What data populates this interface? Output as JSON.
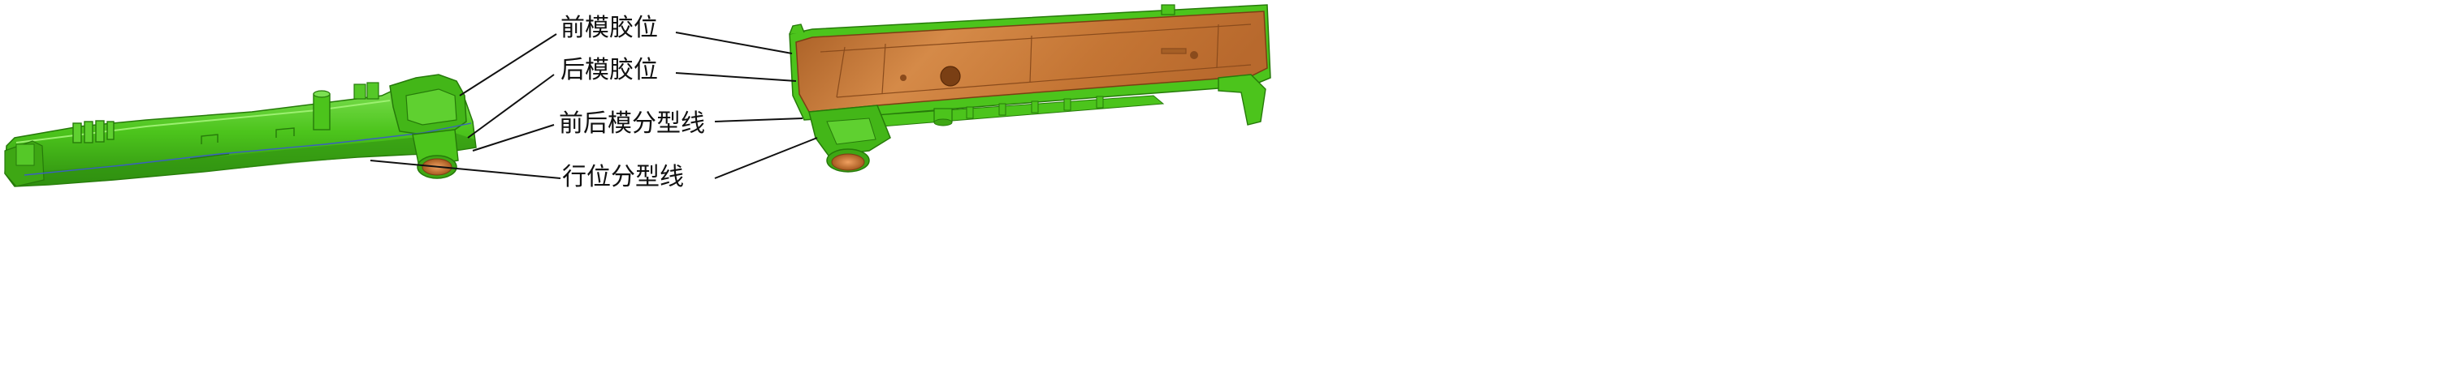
{
  "labels": {
    "front_mold_glue": "前模胶位",
    "rear_mold_glue": "后模胶位",
    "parting_line": "前后模分型线",
    "slider_parting_line": "行位分型线"
  },
  "colors": {
    "front_mold_green": "#4cc41c",
    "green_dark": "#2f8f10",
    "green_light": "#7be052",
    "rear_mold_orange": "#c87a3a",
    "orange_dark": "#8a4b1c",
    "orange_light": "#e7a46a",
    "leader_line": "#111111",
    "parting_blue": "#3a5fc0"
  }
}
